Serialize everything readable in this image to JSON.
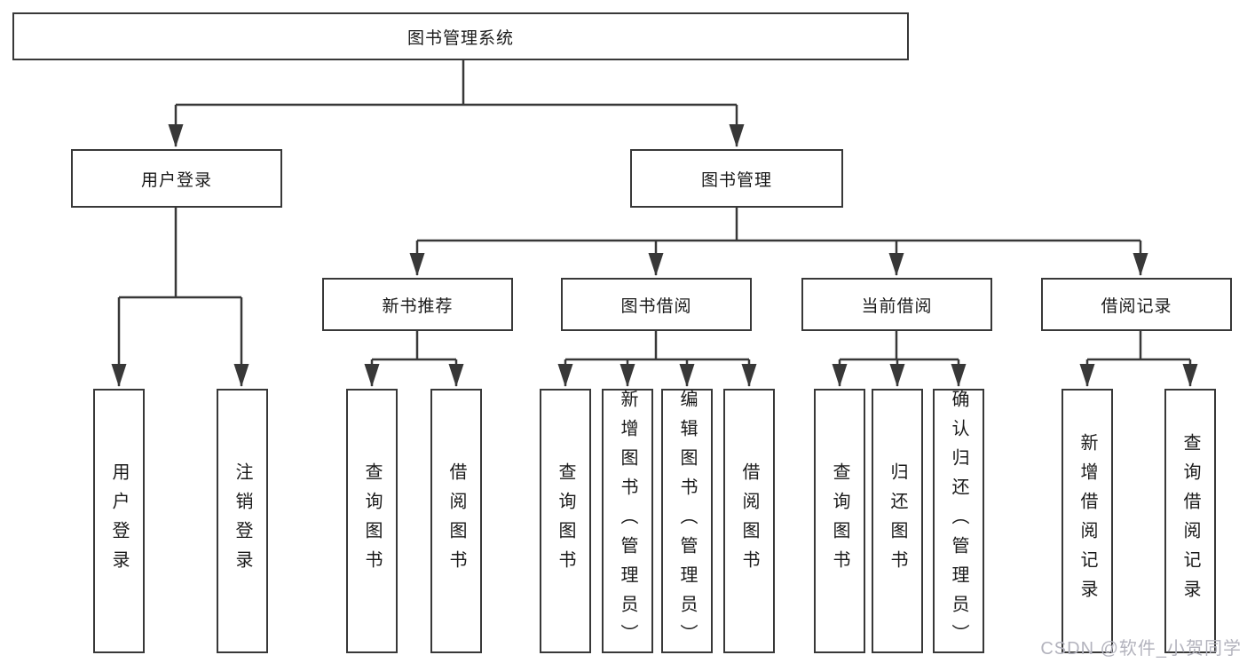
{
  "diagram_title": "图书管理系统",
  "colors": {
    "line": "#383838",
    "box_border": "#383838",
    "box_bg": "#ffffff",
    "text": "#1a1a1a",
    "watermark": "#b3b3bd"
  },
  "tree": {
    "root": {
      "label": "图书管理系统",
      "children": [
        {
          "label": "用户登录",
          "children": [
            {
              "label": "用户登录"
            },
            {
              "label": "注销登录"
            }
          ]
        },
        {
          "label": "图书管理",
          "children": [
            {
              "label": "新书推荐",
              "children": [
                {
                  "label": "查询图书"
                },
                {
                  "label": "借阅图书"
                }
              ]
            },
            {
              "label": "图书借阅",
              "children": [
                {
                  "label": "查询图书"
                },
                {
                  "label": "新增图书（管理员）"
                },
                {
                  "label": "编辑图书（管理员）"
                },
                {
                  "label": "借阅图书"
                }
              ]
            },
            {
              "label": "当前借阅",
              "children": [
                {
                  "label": "查询图书"
                },
                {
                  "label": "归还图书"
                },
                {
                  "label": "确认归还（管理员）"
                }
              ]
            },
            {
              "label": "借阅记录",
              "children": [
                {
                  "label": "新增借阅记录"
                },
                {
                  "label": "查询借阅记录"
                }
              ]
            }
          ]
        }
      ]
    }
  },
  "watermark": "CSDN @软件_小贺同学"
}
